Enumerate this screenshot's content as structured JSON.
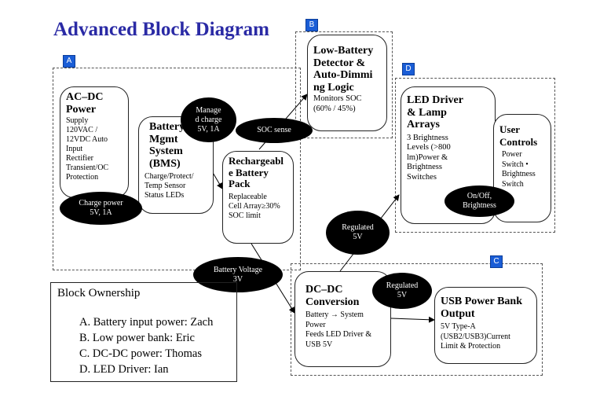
{
  "title": "Advanced Block Diagram",
  "groups": [
    {
      "tag": "A"
    },
    {
      "tag": "B"
    },
    {
      "tag": "D"
    },
    {
      "tag": "C"
    }
  ],
  "blocks": {
    "ac_dc": {
      "heading": "AC–DC\nPower",
      "body": "Supply\n120VAC /\n12VDC Auto\nInput\nRectifier\nTransient/OC\nProtection"
    },
    "bms": {
      "heading": "Battery\nMgmt\nSystem\n(BMS)",
      "body": "Charge/Protect/\nTemp Sensor\nStatus LEDs"
    },
    "battery_pack": {
      "heading": "Rechargeabl\ne Battery\nPack",
      "body": "Replaceable\nCell Array≥30%\nSOC limit"
    },
    "low_battery": {
      "heading": "Low-Battery\nDetector &\nAuto-Dimmi\nng Logic",
      "body": "Monitors SOC\n(60% / 45%)"
    },
    "led_driver": {
      "heading": "LED Driver\n& Lamp\nArrays",
      "body": "3 Brightness\nLevels (>800\nlm)Power &\nBrightness\nSwitches"
    },
    "user_controls": {
      "heading": "User\nControls",
      "body": "Power\nSwitch •\nBrightness\nSwitch"
    },
    "dc_dc": {
      "heading": "DC–DC\nConversion",
      "body": "Battery → System\nPower\nFeeds LED Driver &\nUSB 5V"
    },
    "usb_output": {
      "heading": "USB Power Bank\nOutput",
      "body": "5V Type-A\n(USB2/USB3)Current\nLimit & Protection"
    }
  },
  "labels": {
    "manage_charge": "Manage\nd charge\n5V, 1A",
    "charge_power": "Charge power\n5V, 1A",
    "soc_sense": "SOC sense",
    "on_off": "On/Off,\nBrightness",
    "regulated_led": "Regulated\n5V",
    "battery_voltage": "Battery Voltage\n3V",
    "regulated_usb": "Regulated\n5V"
  },
  "ownership": {
    "heading": "Block Ownership",
    "items": [
      "A. Battery input power: Zach",
      "B. Low power bank:  Eric",
      "C. DC-DC power:  Thomas",
      "D. LED Driver:  Ian"
    ]
  }
}
